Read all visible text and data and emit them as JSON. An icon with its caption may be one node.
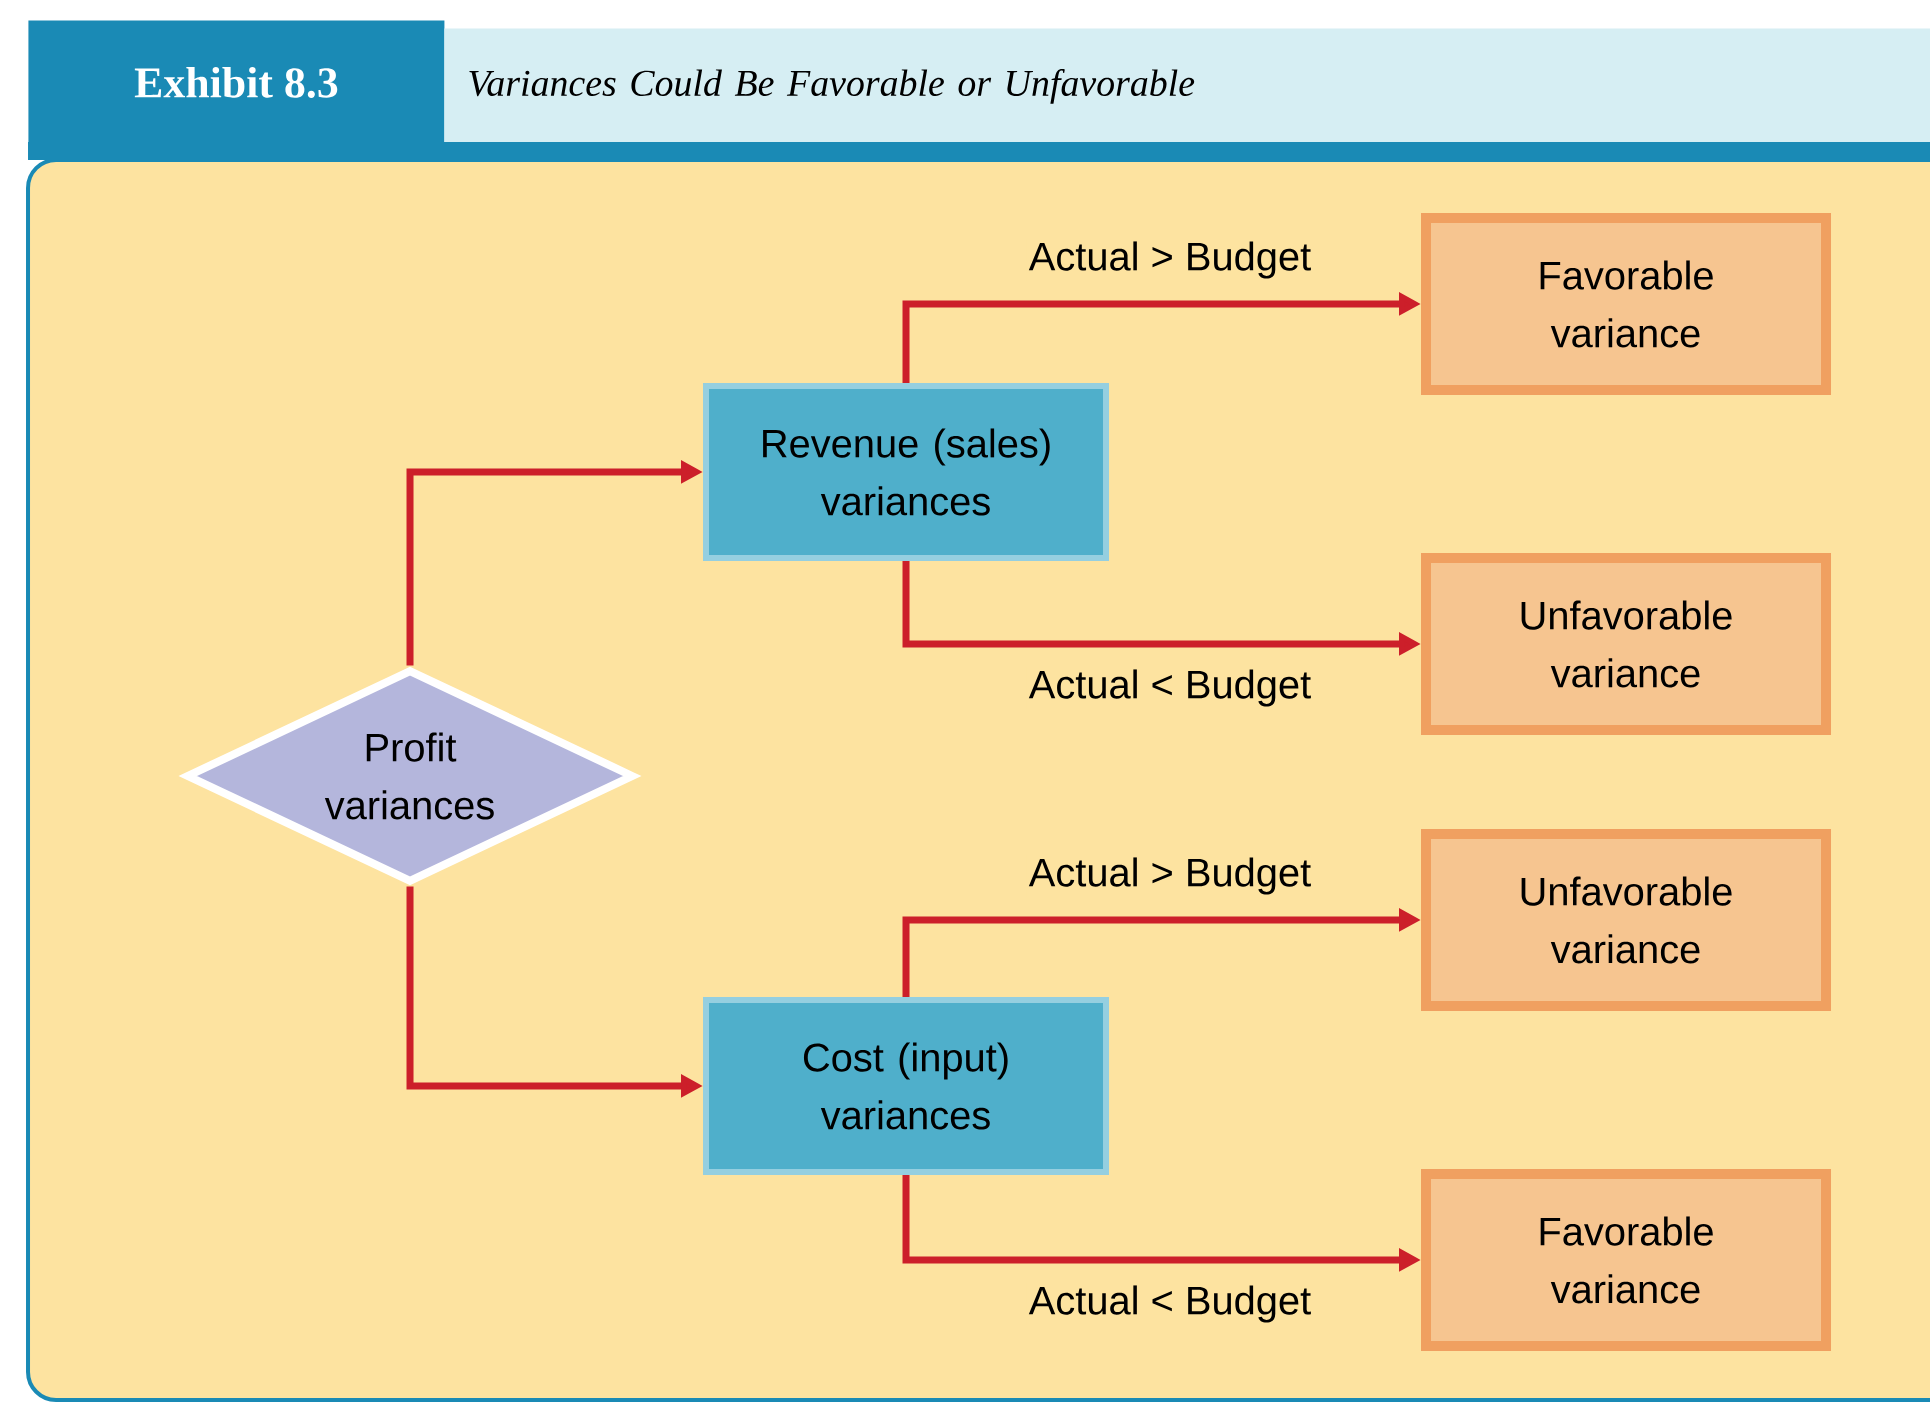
{
  "diagram": {
    "title": "Variances Could Be Favorable or Unfavorable",
    "nodes": [
      {
        "text": [
          "Profit variances"
        ]
      },
      {
        "text": [
          "Revenue (sales) variances"
        ]
      },
      {
        "text": [
          "Cost (input) variances"
        ]
      },
      {
        "text": [
          "Favorable variance"
        ]
      },
      {
        "text": [
          "Unfavorable variance"
        ]
      },
      {
        "text": [
          "Unfavorable variance"
        ]
      },
      {
        "text": [
          "Favorable variance"
        ]
      }
    ],
    "edges": [
      {
        "from": 0,
        "to": 1,
        "arrow": "to"
      },
      {
        "from": 0,
        "to": 2,
        "arrow": "to"
      },
      {
        "from": 1,
        "to": 3,
        "arrow": "to",
        "label": "Actual > Budget"
      },
      {
        "from": 1,
        "to": 4,
        "arrow": "to",
        "label": "Actual < Budget"
      },
      {
        "from": 2,
        "to": 5,
        "arrow": "to",
        "label": "Actual > Budget"
      },
      {
        "from": 2,
        "to": 6,
        "arrow": "to",
        "label": "Actual < Budget"
      }
    ],
    "labels": [
      "Exhibit 8.3"
    ]
  }
}
